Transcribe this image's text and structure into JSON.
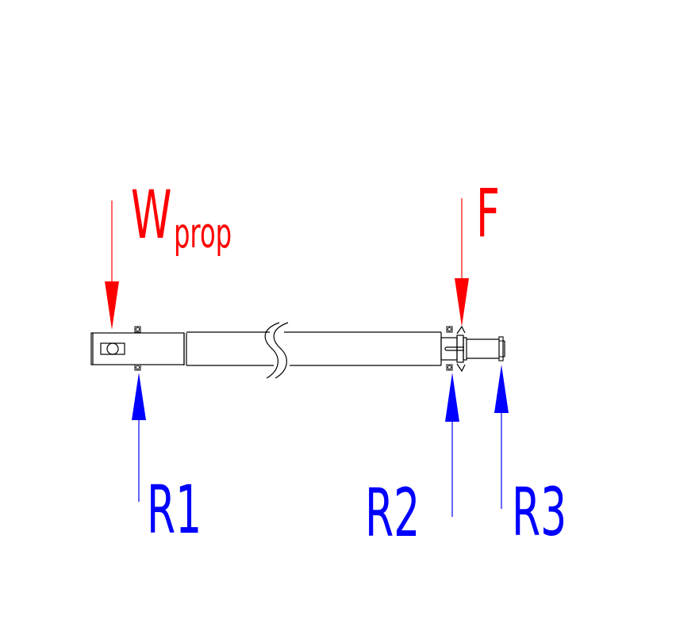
{
  "diagram": {
    "title": "Shaft free-body diagram",
    "colors": {
      "load": "#ff0000",
      "reaction": "#0000ff",
      "part": "#000000",
      "background": "#ffffff"
    },
    "loads": [
      {
        "id": "wprop",
        "main": "W",
        "sub": "prop",
        "direction": "down"
      },
      {
        "id": "f",
        "main": "F",
        "sub": "",
        "direction": "down"
      }
    ],
    "reactions": [
      {
        "id": "r1",
        "label": "R1",
        "direction": "up"
      },
      {
        "id": "r2",
        "label": "R2",
        "direction": "up"
      },
      {
        "id": "r3",
        "label": "R3",
        "direction": "up"
      }
    ]
  }
}
